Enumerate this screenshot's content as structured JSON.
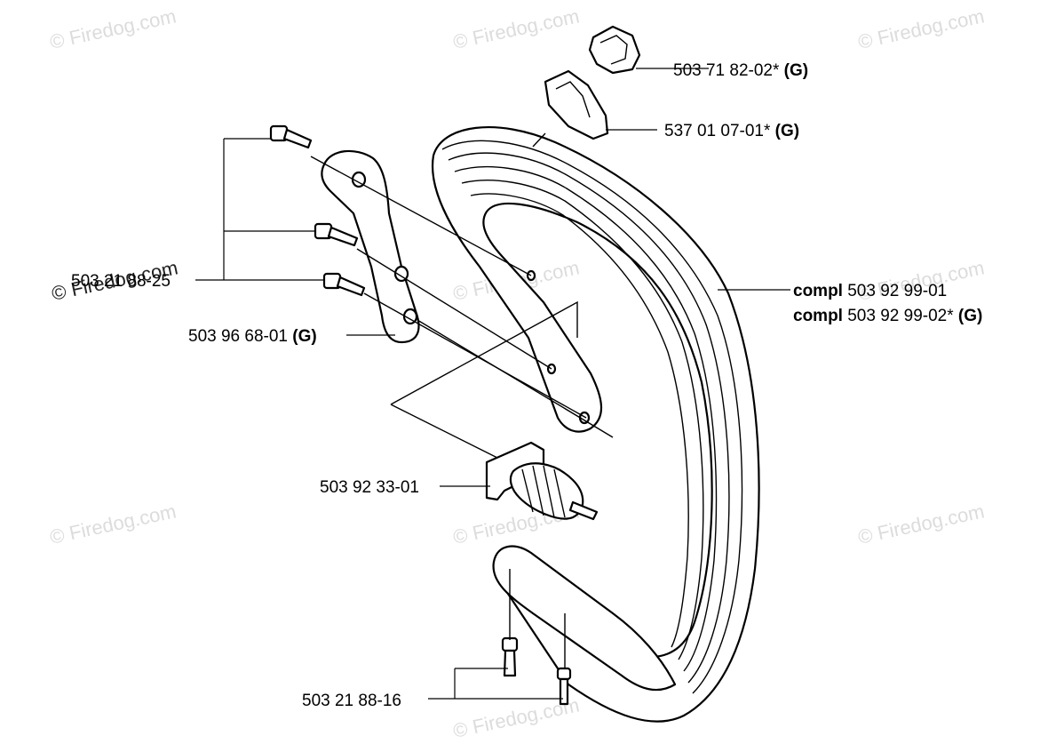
{
  "watermarks": [
    "© Firedog.com",
    "© Firedog.com",
    "© Firedog.com",
    "© Firedog.com",
    "© Firedog.com",
    "© Firedog.com",
    "© Firedog.com",
    "© Firedog.com",
    "© Firedog.com",
    "© Firedog.com"
  ],
  "parts": {
    "clip_upper": {
      "number": "503 71 82-02*",
      "code": "(G)"
    },
    "clip_lower": {
      "number": "537 01 07-01*",
      "code": "(G)"
    },
    "screws_upper": {
      "number": "503 21 88-25"
    },
    "bracket": {
      "number": "503 96 68-01",
      "code": "(G)"
    },
    "handle_a": {
      "prefix": "compl",
      "number": "503 92 99-01"
    },
    "handle_b": {
      "prefix": "compl",
      "number": "503 92 99-02*",
      "code": "(G)"
    },
    "spring": {
      "number": "503 92 33-01"
    },
    "screws_lower": {
      "number": "503 21 88-16"
    }
  }
}
